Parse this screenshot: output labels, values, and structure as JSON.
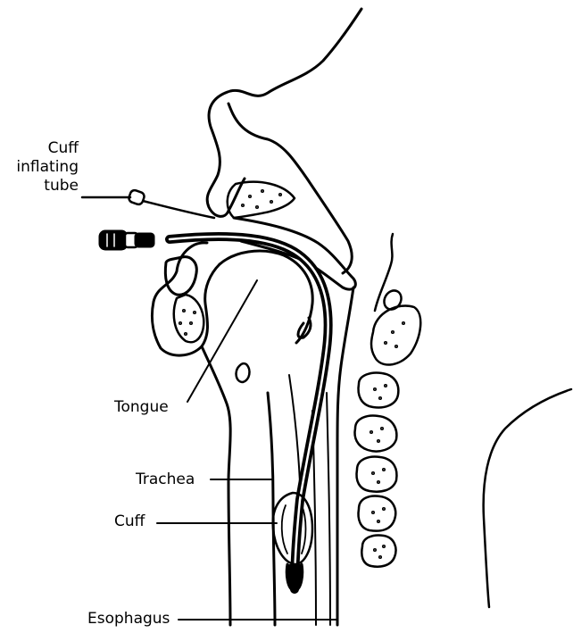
{
  "labels": {
    "cuff_inflating_tube": [
      "Cuff",
      "inflating",
      "tube"
    ],
    "tongue": "Tongue",
    "trachea": "Trachea",
    "cuff": "Cuff",
    "esophagus": "Esophagus"
  }
}
